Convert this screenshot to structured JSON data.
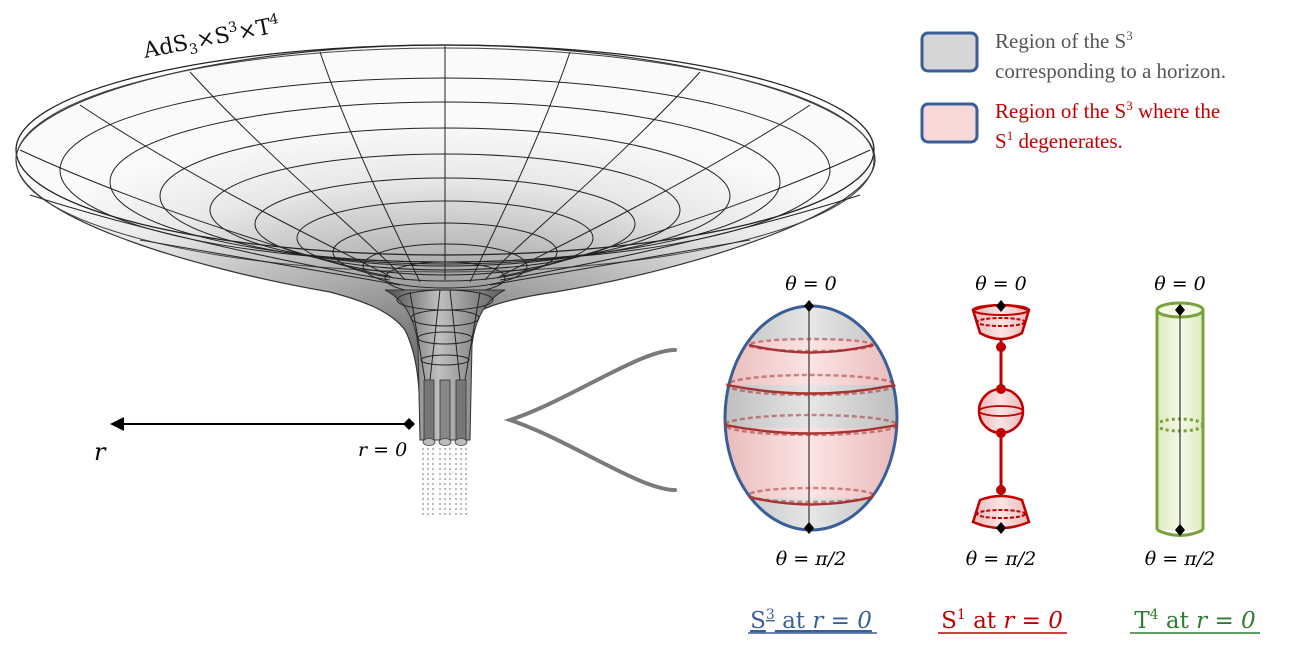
{
  "title": {
    "main": "AdS",
    "sub": "3",
    "sep1": "×S",
    "sup1": "3",
    "sep2": "×T",
    "sup2": "4"
  },
  "legend": [
    {
      "line1_pre": "Region of the S",
      "line1_sup": "3",
      "line1_post": "",
      "line2": "corresponding to a horizon.",
      "swatch_fill": "#d6d6d6",
      "swatch_border": "#3a5f98",
      "text_color": "#555555"
    },
    {
      "line1_pre": "Region of the S",
      "line1_sup": "3",
      "line1_post": " where the",
      "line2_pre": "S",
      "line2_sup": "1",
      "line2_post": " degenerates.",
      "swatch_fill": "#f7d7d7",
      "swatch_border": "#3a5f98",
      "text_color": "#c00000"
    }
  ],
  "axis": {
    "r_label": "r",
    "r0_label": "r = 0"
  },
  "panels": [
    {
      "top_label": "θ = 0",
      "bottom_label": "θ = π/2",
      "caption_pre": "S",
      "caption_sup": "3",
      "caption_mid": " at ",
      "caption_math": "r = 0",
      "color": "#3a5f98"
    },
    {
      "top_label": "θ = 0",
      "bottom_label": "θ = π/2",
      "caption_pre": "S",
      "caption_sup": "1",
      "caption_mid": " at ",
      "caption_math": "r = 0",
      "color": "#c00000"
    },
    {
      "top_label": "θ = 0",
      "bottom_label": "θ = π/2",
      "caption_pre": "T",
      "caption_sup": "4",
      "caption_mid": " at ",
      "caption_math": "r = 0",
      "color": "#2e7d32"
    }
  ],
  "colors": {
    "sphere_border": "#3a5f98",
    "pink_band": "#f5cdcd",
    "grey_band": "#d0d0d0",
    "red": "#c00000",
    "green": "#7aa23c",
    "green_fill": "#eef5d8"
  }
}
